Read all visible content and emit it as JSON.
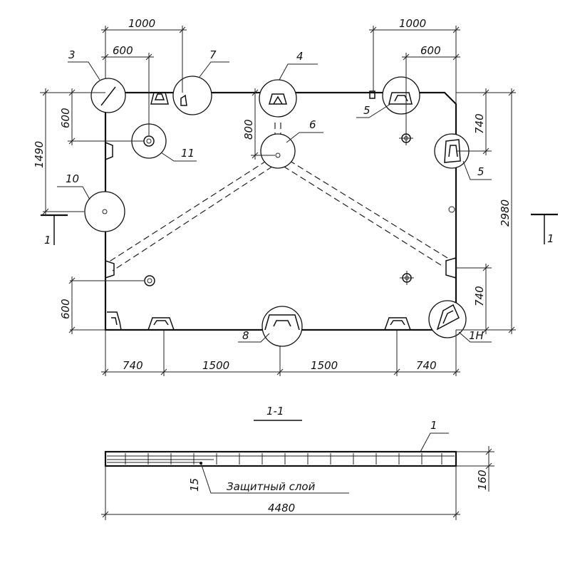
{
  "plan": {
    "dimensions": {
      "top_left_1000": "1000",
      "top_left_600": "600",
      "top_right_1000": "1000",
      "top_right_600": "600",
      "left_600": "600",
      "left_1490": "1490",
      "left_bottom_600": "600",
      "center_800": "800",
      "right_740_top": "740",
      "right_2980": "2980",
      "right_740_bottom": "740",
      "bottom_740_left": "740",
      "bottom_1500_left": "1500",
      "bottom_1500_right": "1500",
      "bottom_740_right": "740"
    },
    "callouts": {
      "c3": "3",
      "c7": "7",
      "c4": "4",
      "c5_top": "5",
      "c5_right": "5",
      "c6": "6",
      "c11": "11",
      "c10": "10",
      "c8": "8",
      "c1n": "1Н"
    },
    "section_marks": {
      "left": "1",
      "right": "1"
    }
  },
  "section": {
    "title": "1-1",
    "callout_1": "1",
    "callout_15": "15",
    "protective_layer": "Защитный слой",
    "height_dim": "160",
    "length_dim": "4480"
  }
}
